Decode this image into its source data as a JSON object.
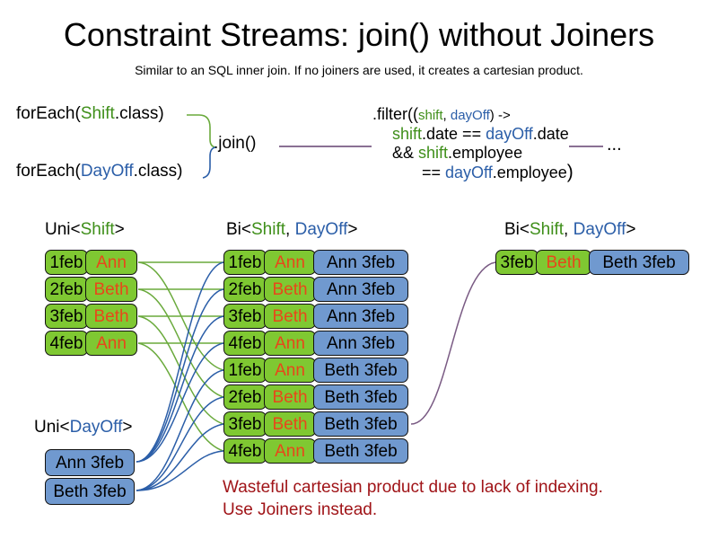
{
  "header": {
    "title": "Constraint Streams: join() without Joiners",
    "subtitle": "Similar to an SQL inner join. If no joiners are used, it creates a cartesian product."
  },
  "code": {
    "foreach_shift": {
      "prefix": "forEach(",
      "type": "Shift",
      "suffix": ".class)"
    },
    "foreach_dayoff": {
      "prefix": "forEach(",
      "type": "DayOff",
      "suffix": ".class)"
    },
    "join_label": ".join()",
    "filter": {
      "line1_a": ".filter((",
      "line1_shift": "shift",
      "line1_comma": ", ",
      "line1_dayoff": "dayOff",
      "line1_b": ") ->",
      "line2_shift": "shift",
      "line2_mid": ".date == ",
      "line2_dayoff": "dayOff",
      "line2_end": ".date",
      "line3_a": "&& ",
      "line3_shift": "shift",
      "line3_end": ".employee",
      "line4_a": "== ",
      "line4_dayoff": "dayOff",
      "line4_end": ".employee",
      "line4_paren": ")"
    },
    "ellipsis": "..."
  },
  "labels": {
    "uni_shift": {
      "pre": "Uni<",
      "type": "Shift",
      "post": ">"
    },
    "bi_middle": {
      "pre": "Bi<",
      "type1": "Shift",
      "comma": ", ",
      "type2": "DayOff",
      "post": ">"
    },
    "uni_dayoff": {
      "pre": "Uni<",
      "type": "DayOff",
      "post": ">"
    },
    "bi_right": {
      "pre": "Bi<",
      "type1": "Shift",
      "comma": ", ",
      "type2": "DayOff",
      "post": ">"
    }
  },
  "shift_stream": [
    {
      "date": "1feb",
      "employee": "Ann"
    },
    {
      "date": "2feb",
      "employee": "Beth"
    },
    {
      "date": "3feb",
      "employee": "Beth"
    },
    {
      "date": "4feb",
      "employee": "Ann"
    }
  ],
  "dayoff_stream": [
    {
      "label": "Ann 3feb"
    },
    {
      "label": "Beth 3feb"
    }
  ],
  "joined_stream": [
    {
      "date": "1feb",
      "employee": "Ann",
      "dayoff": "Ann 3feb"
    },
    {
      "date": "2feb",
      "employee": "Beth",
      "dayoff": "Ann 3feb"
    },
    {
      "date": "3feb",
      "employee": "Beth",
      "dayoff": "Ann 3feb"
    },
    {
      "date": "4feb",
      "employee": "Ann",
      "dayoff": "Ann 3feb"
    },
    {
      "date": "1feb",
      "employee": "Ann",
      "dayoff": "Beth 3feb"
    },
    {
      "date": "2feb",
      "employee": "Beth",
      "dayoff": "Beth 3feb"
    },
    {
      "date": "3feb",
      "employee": "Beth",
      "dayoff": "Beth 3feb"
    },
    {
      "date": "4feb",
      "employee": "Ann",
      "dayoff": "Beth 3feb"
    }
  ],
  "filtered_stream": [
    {
      "date": "3feb",
      "employee": "Beth",
      "dayoff": "Beth 3feb"
    }
  ],
  "warning": {
    "line1": "Wasteful cartesian product due to lack of indexing.",
    "line2": "Use Joiners instead."
  },
  "colors": {
    "shift_green": "#7fc832",
    "dayoff_blue": "#7099cf",
    "employee_orange": "#e8471a",
    "type_green": "#3f8f1a",
    "type_blue": "#2b5ea8",
    "link_green": "#6aaa3c",
    "link_blue": "#2b5ea8",
    "link_purple": "#7a5b84",
    "warning_red": "#a01418"
  }
}
